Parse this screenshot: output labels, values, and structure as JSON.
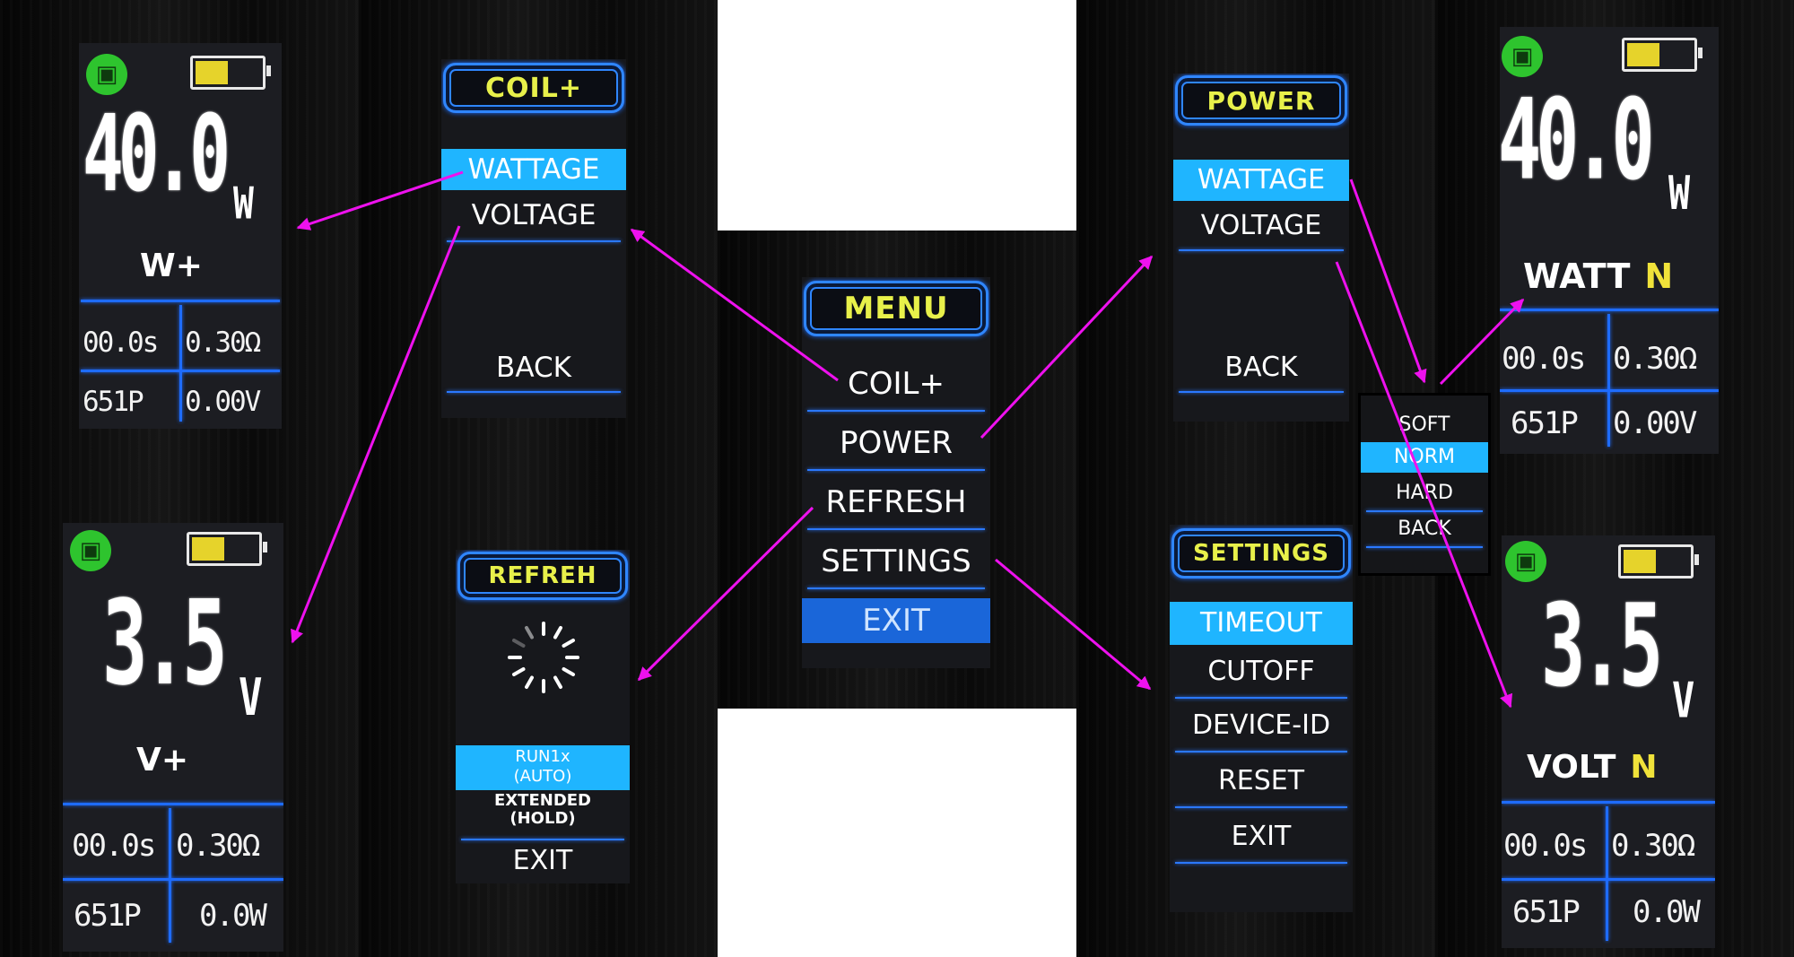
{
  "menu": {
    "title": "MENU",
    "items": [
      "COIL+",
      "POWER",
      "REFRESH",
      "SETTINGS",
      "EXIT"
    ],
    "selected": "EXIT"
  },
  "coil_menu": {
    "title": "COIL+",
    "items": [
      "WATTAGE",
      "VOLTAGE",
      "BACK"
    ],
    "selected": "WATTAGE"
  },
  "power_menu": {
    "title": "POWER",
    "items": [
      "WATTAGE",
      "VOLTAGE",
      "BACK"
    ],
    "selected": "WATTAGE"
  },
  "refresh_menu": {
    "title": "REFREH",
    "option1_line1": "RUN1x",
    "option1_line2": "(AUTO)",
    "option2_line1": "EXTENDED",
    "option2_line2": "(HOLD)",
    "exit": "EXIT"
  },
  "settings_menu": {
    "title": "SETTINGS",
    "items": [
      "TIMEOUT",
      "CUTOFF",
      "DEVICE-ID",
      "RESET",
      "EXIT"
    ],
    "selected": "TIMEOUT"
  },
  "soft_menu": {
    "items": [
      "SOFT",
      "NORM",
      "HARD",
      "BACK"
    ],
    "selected": "NORM"
  },
  "screen_watt_coil": {
    "value": "40.0",
    "unit": "W",
    "mode": "W+",
    "time": "00.0s",
    "resistance": "0.30Ω",
    "puffs": "651P",
    "volts": "0.00V"
  },
  "screen_volt_coil": {
    "value": "3.5",
    "unit": "V",
    "mode": "V+",
    "time": "00.0s",
    "resistance": "0.30Ω",
    "puffs": "651P",
    "watts": "0.0W"
  },
  "screen_watt_power": {
    "value": "40.0",
    "unit": "W",
    "mode": "WATT",
    "mode_flag": "N",
    "time": "00.0s",
    "resistance": "0.30Ω",
    "puffs": "651P",
    "volts": "0.00V"
  },
  "screen_volt_power": {
    "value": "3.5",
    "unit": "V",
    "mode": "VOLT",
    "mode_flag": "N",
    "time": "00.0s",
    "resistance": "0.30Ω",
    "puffs": "651P",
    "watts": "0.0W"
  },
  "colors": {
    "arrow": "#ee11ee",
    "accent_blue": "#1e6cff",
    "title_yellow": "#e8f04a",
    "selection_cyan": "#1fb5ff",
    "lock_green": "#2ec42e",
    "battery_yellow": "#e6d32b"
  },
  "battery_level": 0.45
}
